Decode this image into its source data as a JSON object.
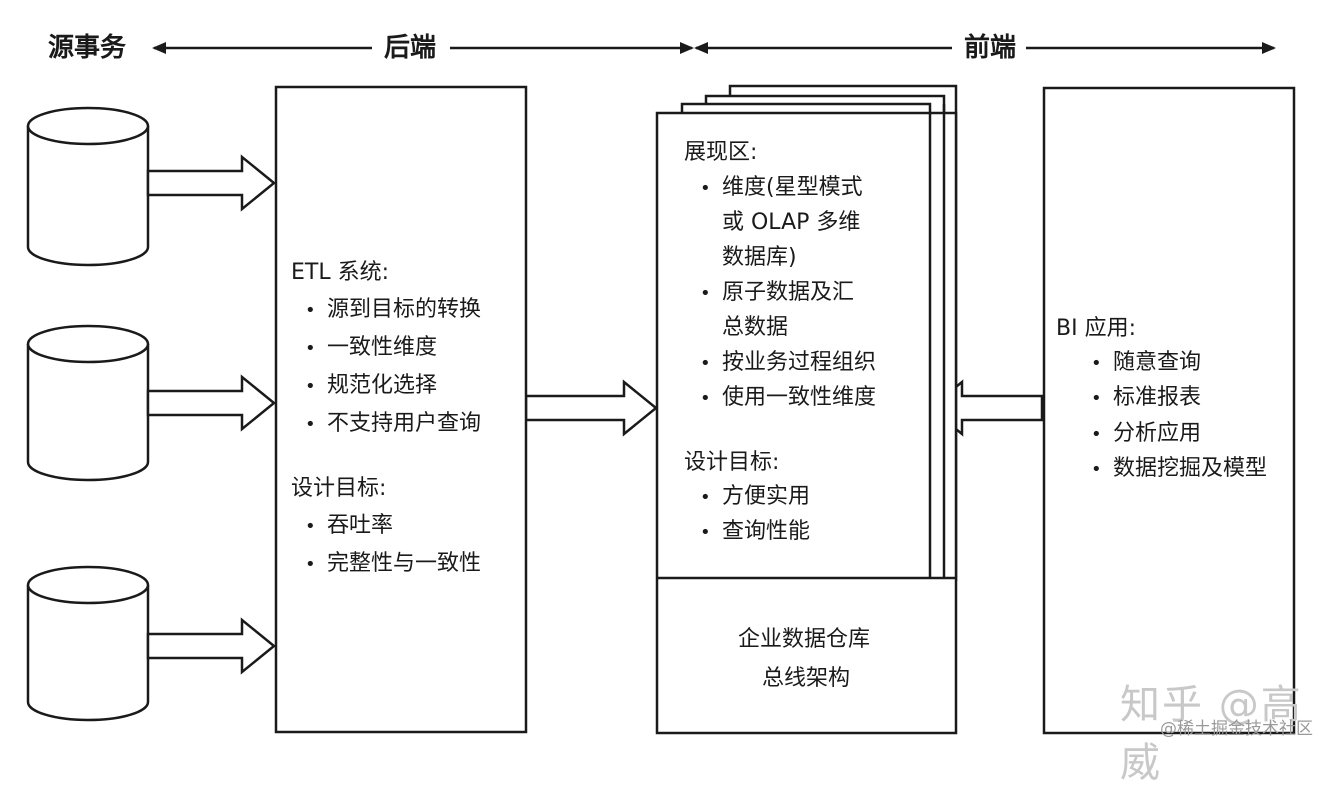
{
  "header": {
    "source": "源事务",
    "backend": "后端",
    "frontend": "前端"
  },
  "etl": {
    "title": "ETL 系统:",
    "items": [
      "源到目标的转换",
      "一致性维度",
      "规范化选择",
      "不支持用户查询"
    ],
    "design_title": "设计目标:",
    "design_items": [
      "吞吐率",
      "完整性与一致性"
    ]
  },
  "presentation": {
    "title": "展现区:",
    "item1_lines": [
      "维度(星型模式",
      "或 OLAP 多维",
      "数据库)"
    ],
    "item2_lines": [
      "原子数据及汇",
      "总数据"
    ],
    "item3": "按业务过程组织",
    "item4": "使用一致性维度",
    "design_title": "设计目标:",
    "design_items": [
      "方便实用",
      "查询性能"
    ],
    "bus_lines": [
      "企业数据仓库",
      "总线架构"
    ]
  },
  "bi": {
    "title": "BI 应用:",
    "items": [
      "随意查询",
      "标准报表",
      "分析应用",
      "数据挖掘及模型"
    ]
  },
  "watermark": {
    "primary": "知乎 @高威",
    "secondary": "@稀土掘金技术社区"
  }
}
